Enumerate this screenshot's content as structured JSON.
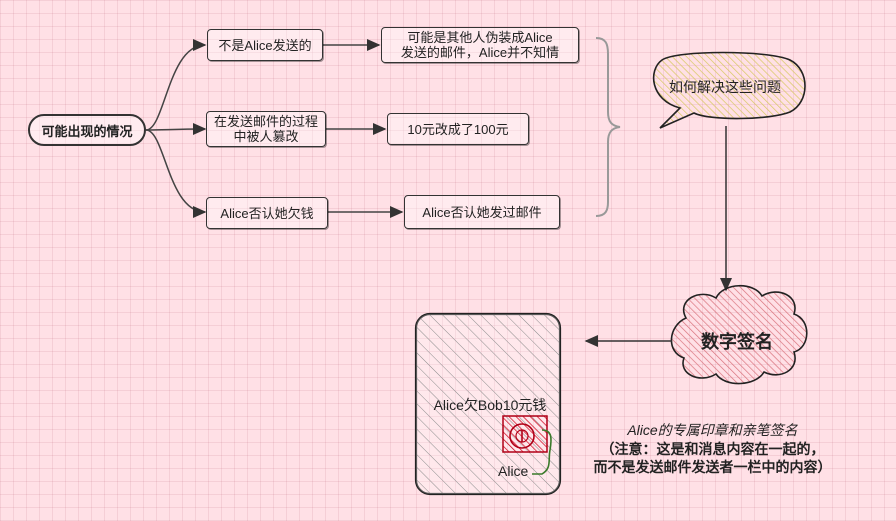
{
  "root": {
    "label": "可能出现的情况"
  },
  "branches": [
    {
      "cause": "不是Alice发送的",
      "result": [
        "可能是其他人伪装成Alice",
        "发送的邮件，Alice并不知情"
      ]
    },
    {
      "cause": [
        "在发送邮件的过程",
        "中被人篡改"
      ],
      "result": "10元改成了100元"
    },
    {
      "cause": "Alice否认她欠钱",
      "result": "Alice否认她发过邮件"
    }
  ],
  "question_bubble": {
    "text": "如何解决这些问题"
  },
  "solution_cloud": {
    "text": "数字签名"
  },
  "document": {
    "content": "Alice欠Bob10元钱",
    "signature": "Alice"
  },
  "note": {
    "line1": "Alice的专属印章和亲笔签名",
    "line2": "（注意：这是和消息内容在一起的，",
    "line3": "而不是发送邮件发送者一栏中的内容）"
  },
  "colors": {
    "background": "#ffe0e6",
    "stamp": "#d0021b",
    "bubble": "#e8e08a",
    "cloud": "#e89aa2"
  }
}
